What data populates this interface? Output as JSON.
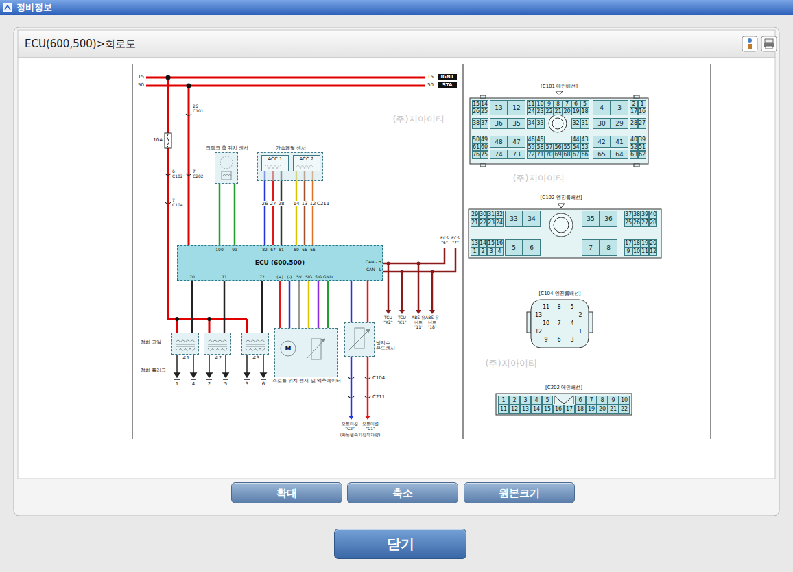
{
  "diagram": {
    "nodes": [
      {
        "text": [
          "정비정보"
        ]
      },
      {
        "text": [
          "ECU(600,500)>회로도"
        ]
      },
      {
        "text": [
          "크랭크 축 위치 센서"
        ]
      },
      {
        "text": [
          "가속페달 센서"
        ]
      },
      {
        "text": [
          "ACC 1"
        ],
        "in": 3
      },
      {
        "text": [
          "ACC 2"
        ],
        "in": 3
      },
      {
        "text": [
          "ECU (600,500)"
        ]
      },
      {
        "text": [
          "#1"
        ]
      },
      {
        "text": [
          "#2"
        ]
      },
      {
        "text": [
          "#3"
        ]
      },
      {
        "text": [
          "스로틀 위치 센서 및 액추에이터"
        ]
      },
      {
        "text": [
          "냉각수 온도센서"
        ]
      },
      {
        "text": [
          "확대"
        ]
      },
      {
        "text": [
          "축소"
        ]
      },
      {
        "text": [
          "원본크기"
        ]
      },
      {
        "text": [
          "닫기"
        ]
      }
    ],
    "edges": [
      {
        "from": 2,
        "to": 6,
        "arrow": "none"
      },
      {
        "from": 2,
        "to": 6,
        "arrow": "none"
      },
      {
        "from": 4,
        "to": 6,
        "arrow": "none"
      },
      {
        "from": 4,
        "to": 6,
        "arrow": "none"
      },
      {
        "from": 4,
        "to": 6,
        "arrow": "none"
      },
      {
        "from": 5,
        "to": 6,
        "arrow": "none"
      },
      {
        "from": 5,
        "to": 6,
        "arrow": "none"
      },
      {
        "from": 5,
        "to": 6,
        "arrow": "none"
      },
      {
        "from": 6,
        "to": 7,
        "arrow": "none"
      },
      {
        "from": 6,
        "to": 8,
        "arrow": "none"
      },
      {
        "from": 6,
        "to": 9,
        "arrow": "none"
      },
      {
        "from": 6,
        "to": 10,
        "arrow": "none"
      },
      {
        "from": 6,
        "to": 10,
        "arrow": "none"
      },
      {
        "from": 6,
        "to": 10,
        "arrow": "none"
      },
      {
        "from": 6,
        "to": 10,
        "arrow": "none"
      },
      {
        "from": 6,
        "to": 10,
        "arrow": "none"
      },
      {
        "from": 6,
        "to": 10,
        "arrow": "none"
      },
      {
        "from": 6,
        "to": 11,
        "arrow": "none"
      },
      {
        "from": 6,
        "to": 11,
        "arrow": "none"
      }
    ],
    "labels": [
      "15",
      "50",
      "15",
      "IGN1",
      "50",
      "STA",
      "26",
      "C101",
      "10A",
      "6",
      "C102",
      "7",
      "C202",
      "7",
      "C104",
      "100",
      "99",
      "26",
      "27",
      "28",
      "14",
      "13",
      "12",
      "C211",
      "82",
      "67",
      "81",
      "80",
      "66",
      "65",
      "70",
      "71",
      "72",
      "(+)",
      "(-)",
      "5V",
      "SIG",
      "SIG",
      "GND",
      "CAN - H",
      "CAN - L",
      "ECS \"6\"",
      "ECS \"7\"",
      "TCU \"K2\"",
      "TCU \"K1\"",
      "ABS 유니트 \"11\"",
      "ABS 유니트 \"18\"",
      "점화 코일",
      "점화 플러그",
      "1",
      "4",
      "2",
      "5",
      "3",
      "6",
      "M",
      "C104",
      "C211",
      "오토미션 \"C2\"",
      "오토미션 \"C1\"",
      "(자동변속기장착차량)",
      "(주)지아이티",
      "(주)지아이티",
      "(주)지아이티",
      "[C101 메인배선]",
      "15",
      "14",
      "13",
      "12",
      "11",
      "10",
      "9",
      "8",
      "7",
      "6",
      "5",
      "4",
      "3",
      "2",
      "1",
      "26",
      "25",
      "24",
      "23",
      "22",
      "21",
      "20",
      "19",
      "18",
      "17",
      "16",
      "38",
      "37",
      "36",
      "35",
      "34",
      "33",
      "32",
      "31",
      "30",
      "29",
      "28",
      "27",
      "50",
      "49",
      "48",
      "47",
      "46",
      "45",
      "44",
      "43",
      "42",
      "41",
      "40",
      "39",
      "61",
      "60",
      "59",
      "58",
      "57",
      "56",
      "55",
      "54",
      "53",
      "52",
      "51",
      "76",
      "75",
      "74",
      "73",
      "72",
      "71",
      "70",
      "69",
      "68",
      "67",
      "66",
      "65",
      "64",
      "63",
      "62",
      "[C102 엔진룸배선]",
      "29",
      "30",
      "31",
      "32",
      "33",
      "34",
      "35",
      "36",
      "37",
      "38",
      "39",
      "40",
      "21",
      "22",
      "23",
      "24",
      "25",
      "26",
      "27",
      "28",
      "13",
      "14",
      "15",
      "16",
      "5",
      "6",
      "7",
      "8",
      "17",
      "18",
      "19",
      "20",
      "1",
      "2",
      "3",
      "4",
      "9",
      "10",
      "11",
      "12",
      "[C104 엔진룸배선]",
      "11",
      "8",
      "5",
      "13",
      "2",
      "10",
      "7",
      "4",
      "12",
      "1",
      "9",
      "6",
      "3",
      "[C202 메인배선]",
      "1",
      "2",
      "3",
      "4",
      "5",
      "6",
      "7",
      "8",
      "9",
      "10",
      "11",
      "12",
      "13",
      "14",
      "15",
      "16",
      "17",
      "18",
      "19",
      "20",
      "21",
      "22"
    ]
  }
}
